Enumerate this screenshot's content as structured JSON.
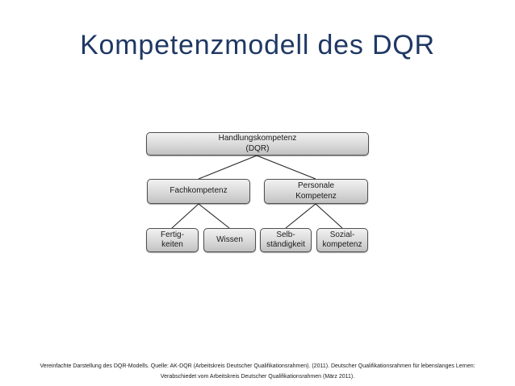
{
  "slide": {
    "title": "Kompetenzmodell des DQR"
  },
  "colors": {
    "title_text": "#1F3864",
    "box_border": "#4f4f4f",
    "box_fill_top": "#f1f1f1",
    "box_fill_bottom": "#c2c2c2",
    "box_text": "#1a1a1a",
    "connector_line": "#1f1f1f",
    "background": "#ffffff"
  },
  "diagram": {
    "handlungskompetenz": {
      "line1": "Handlungskompetenz",
      "line2": "(DQR)"
    },
    "fachkompetenz": {
      "line1": "Fachkompetenz"
    },
    "personale_kompetenz": {
      "line1": "Personale",
      "line2": "Kompetenz"
    },
    "fertigkeiten": {
      "line1": "Fertig-",
      "line2": "keiten"
    },
    "wissen": {
      "line1": "Wissen"
    },
    "selbstaendigkeit": {
      "line1": "Selb-",
      "line2": "ständigkeit"
    },
    "sozialkompetenz": {
      "line1": "Sozial-",
      "line2": "kompetenz"
    }
  },
  "footer": {
    "line1": "Vereinfachte Darstellung des DQR-Modells. Quelle: AK-DQR (Arbeitskreis Deutscher Qualifikationsrahmen). (2011). Deutscher Qualifikationsrahmen für lebenslanges Lernen:",
    "line2": "Verabschiedet vom Arbeitskreis Deutscher Qualifikationsrahmen (März 2011)."
  }
}
